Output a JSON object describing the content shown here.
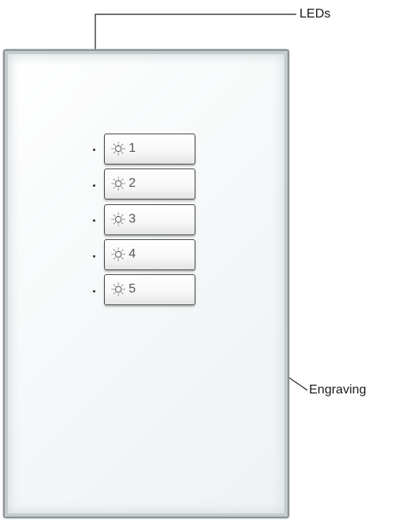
{
  "callouts": {
    "leds": "LEDs",
    "engraving": "Engraving"
  },
  "buttons": [
    {
      "label": "1"
    },
    {
      "label": "2"
    },
    {
      "label": "3"
    },
    {
      "label": "4"
    },
    {
      "label": "5"
    }
  ],
  "icons": {
    "button_icon": "sun-icon"
  },
  "colors": {
    "line": "#1a1a1a",
    "frame": "#8a9192",
    "text": "#555555"
  }
}
